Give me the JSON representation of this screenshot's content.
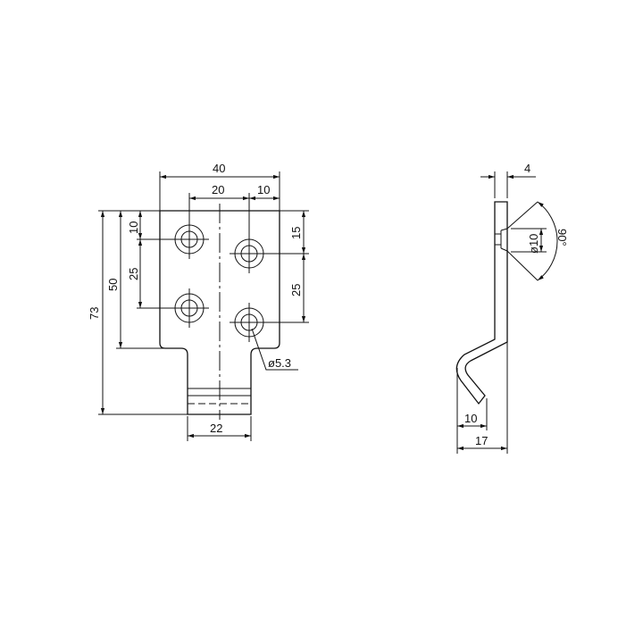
{
  "drawing": {
    "front_view": {
      "dimensions": {
        "overall_width": "40",
        "hole_spacing_horizontal": "20",
        "hole_edge_offset_right": "10",
        "overall_height": "73",
        "plate_height": "50",
        "top_to_left_hole": "10",
        "left_hole_spacing": "25",
        "top_to_right_hole": "15",
        "right_hole_spacing": "25",
        "tab_width": "22",
        "hole_diameter": "ø5.3"
      }
    },
    "side_view": {
      "dimensions": {
        "thickness": "4",
        "countersink_diameter": "ø10",
        "countersink_angle": "90°",
        "hook_offset_inner": "10",
        "hook_offset_overall": "17"
      }
    },
    "colors": {
      "line": "#111111",
      "background": "#ffffff"
    }
  }
}
